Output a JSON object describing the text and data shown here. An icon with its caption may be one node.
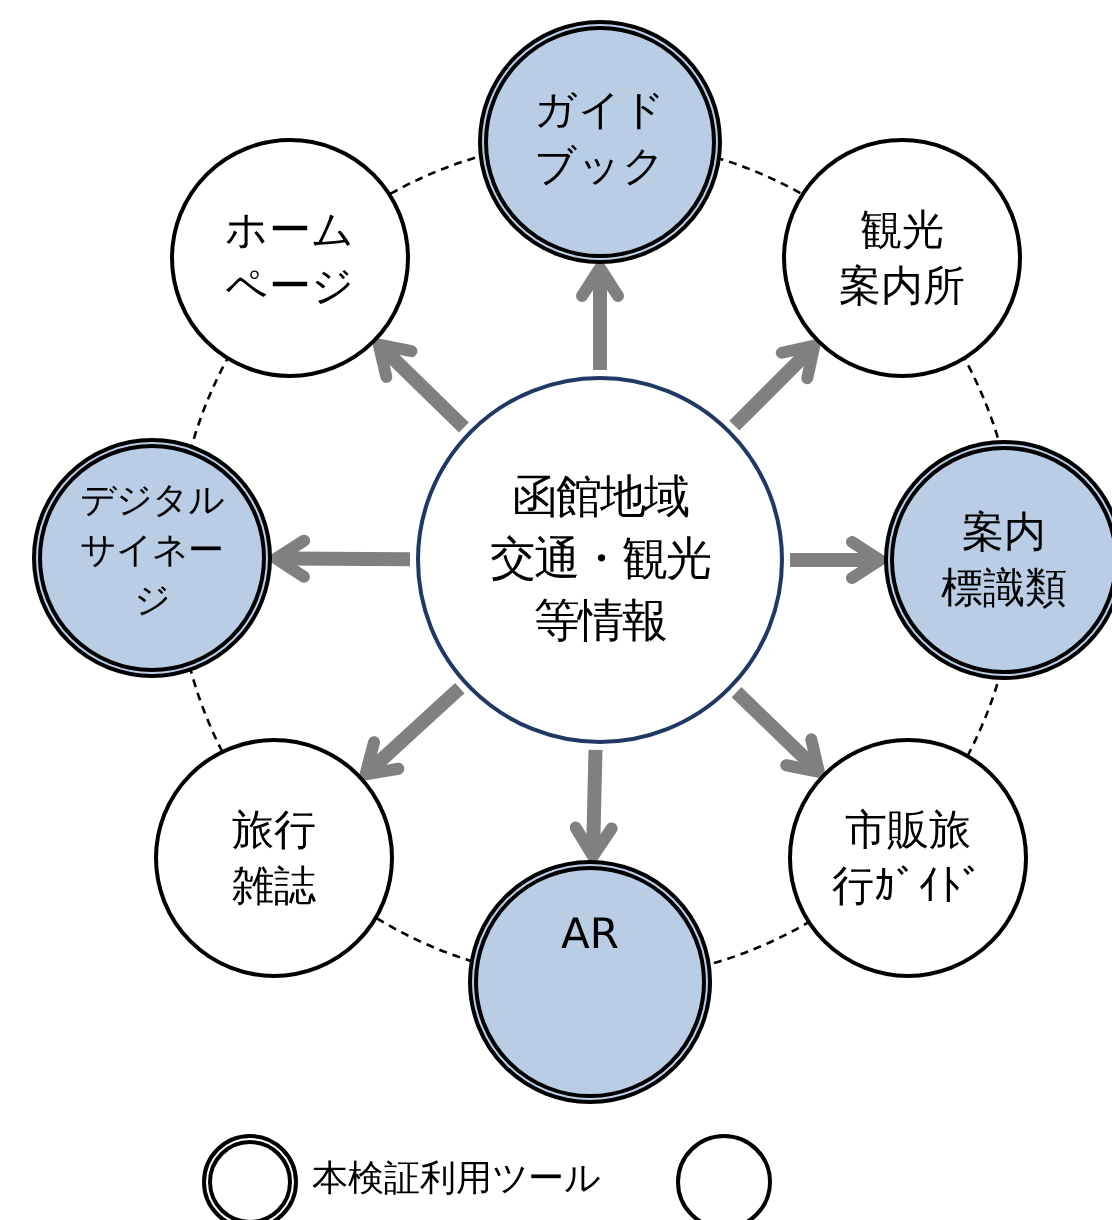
{
  "diagram": {
    "nodes": [
      {
        "text": [
          "函館地域交通・観光等情報"
        ]
      },
      {
        "text": [
          "ガイドブック"
        ]
      },
      {
        "text": [
          "観光案内所"
        ]
      },
      {
        "text": [
          "案内標識類"
        ]
      },
      {
        "text": [
          "市販旅行ｶﾞｲﾄﾞ"
        ]
      },
      {
        "text": [
          "AR"
        ]
      },
      {
        "text": [
          "旅行雑誌"
        ]
      },
      {
        "text": [
          "デジタルサイネージ"
        ]
      },
      {
        "text": [
          "ホームページ"
        ]
      },
      {
        "text": [],
        "shape": "circle"
      }
    ],
    "edges": [
      {
        "from": 0,
        "to": 1,
        "arrow": "to"
      },
      {
        "from": 0,
        "to": 2,
        "arrow": "to"
      },
      {
        "from": 0,
        "to": 3,
        "arrow": "to"
      },
      {
        "from": 0,
        "to": 4,
        "arrow": "to"
      },
      {
        "from": 0,
        "to": 5,
        "arrow": "to"
      },
      {
        "from": 0,
        "to": 6,
        "arrow": "to"
      },
      {
        "from": 0,
        "to": 7,
        "arrow": "to"
      },
      {
        "from": 0,
        "to": 8,
        "arrow": "to"
      }
    ],
    "legend": [
      {
        "text": "本検証利用ツール"
      }
    ]
  }
}
